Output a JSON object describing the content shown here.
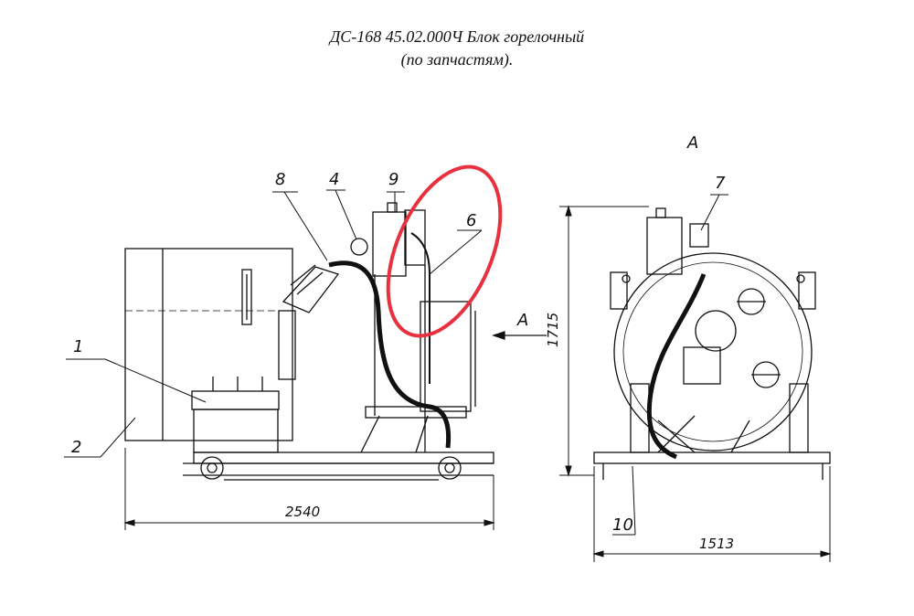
{
  "title": {
    "line1": "ДС-168 45.02.000Ч Блок горелочный",
    "line2": "(по запчастям)."
  },
  "callouts": [
    "1",
    "2",
    "4",
    "6",
    "7",
    "8",
    "9",
    "10"
  ],
  "view_marker": "А",
  "dimensions": {
    "side_width": "2540",
    "front_width": "1513",
    "height": "1715"
  },
  "highlight": {
    "color": "#e8313f",
    "target": "6"
  },
  "colors": {
    "line": "#111111",
    "paper": "#ffffff"
  }
}
